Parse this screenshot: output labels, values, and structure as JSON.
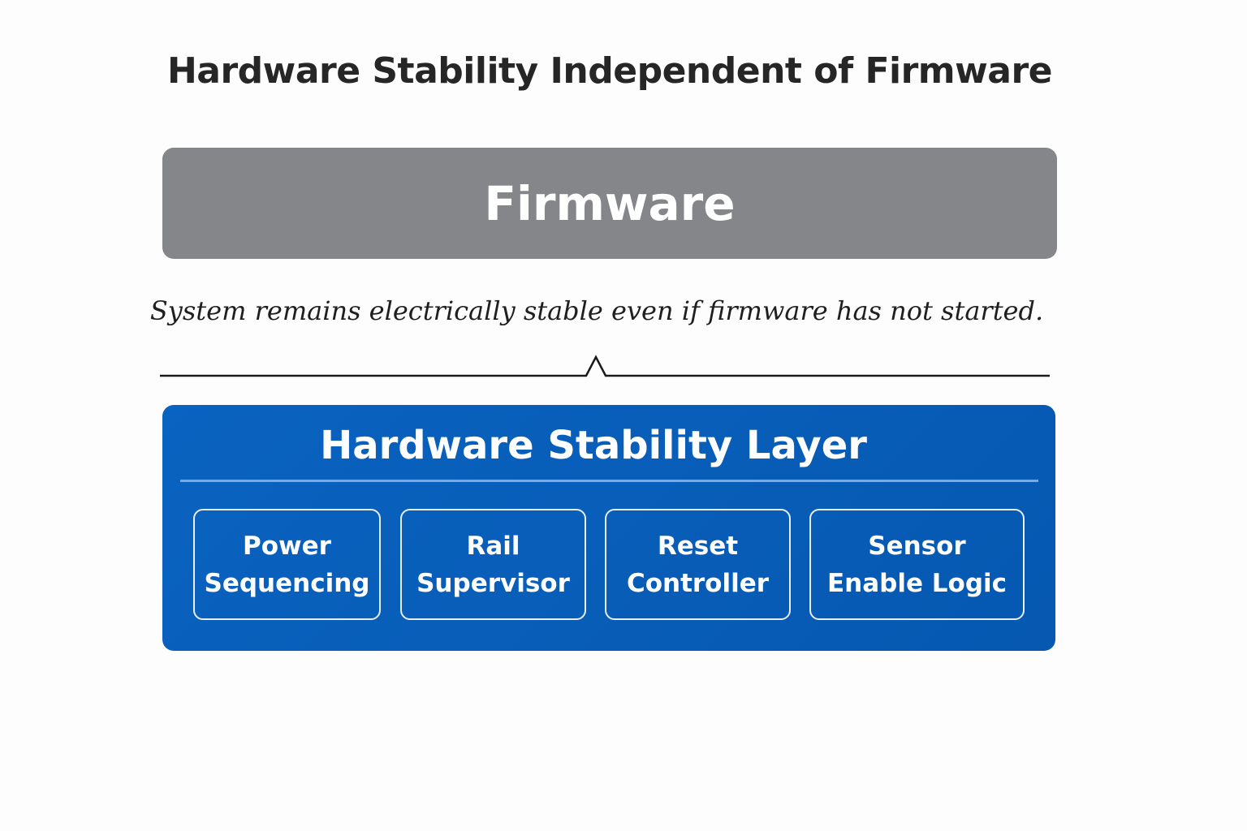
{
  "title": "Hardware Stability Independent of Firmware",
  "firmware": {
    "label": "Firmware",
    "color": "#85868a"
  },
  "note": "System remains electrically stable even if firmware has not started.",
  "hardware_layer": {
    "title": "Hardware Stability Layer",
    "color": "#0a5db8",
    "blocks": [
      {
        "line1": "Power",
        "line2": "Sequencing"
      },
      {
        "line1": "Rail",
        "line2": "Supervisor"
      },
      {
        "line1": "Reset",
        "line2": "Controller"
      },
      {
        "line1": "Sensor",
        "line2": "Enable Logic"
      }
    ]
  }
}
